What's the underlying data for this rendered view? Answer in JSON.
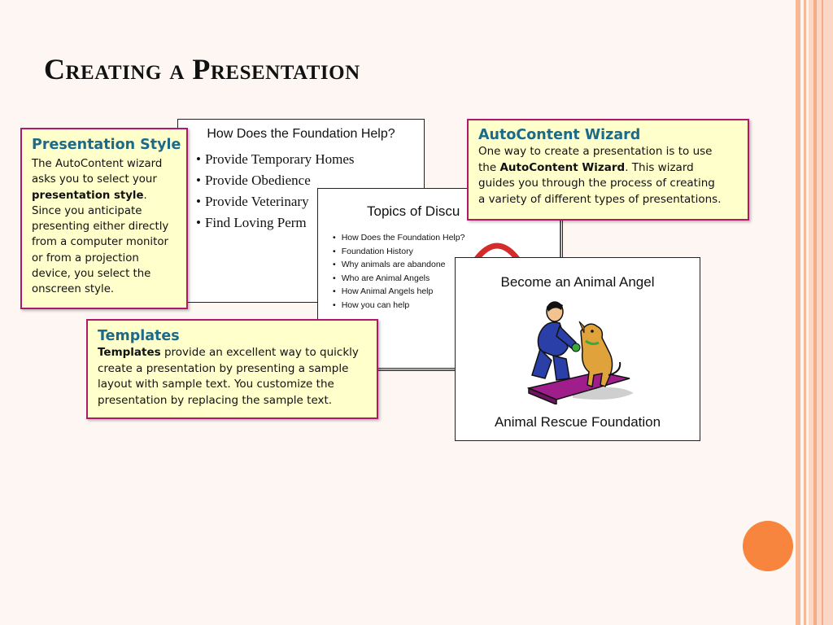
{
  "title": "Creating a Presentation",
  "slide1": {
    "title": "How Does the Foundation Help?",
    "bullets": [
      "Provide Temporary Homes",
      "Provide Obedience",
      "Provide Veterinary",
      "Find Loving Perm"
    ]
  },
  "slide2": {
    "title": "Topics of Discu",
    "bullets": [
      "How Does the Foundation Help?",
      "Foundation History",
      "Why animals are abandone",
      "Who are Animal Angels",
      "How Animal Angels help",
      "How you can help"
    ]
  },
  "slide3": {
    "title": "Become an Animal Angel",
    "footer": "Animal Rescue Foundation",
    "art_icon": "person-with-dog-clipart"
  },
  "callouts": {
    "presentation_style": {
      "heading": "Presentation Style",
      "l1": "The AutoContent wizard",
      "l2": "asks you to select your",
      "l3_bold": "presentation style",
      "l3_rest": ".",
      "l4": "Since you anticipate",
      "l5": "presenting either directly",
      "l6": "from a computer monitor",
      "l7": "or from a projection",
      "l8": "device, you select the",
      "l9": "onscreen style."
    },
    "autocontent": {
      "heading": "AutoContent Wizard",
      "l1": "One way to create a presentation is to use",
      "l2_pre": "the ",
      "l2_bold": "AutoContent Wizard",
      "l2_post": ".  This wizard",
      "l3": "guides you through the process of creating",
      "l4": "a variety of different types of presentations."
    },
    "templates": {
      "heading": "Templates",
      "l1_bold": "Templates",
      "l1_rest": " provide an excellent way to quickly",
      "l2": "create a presentation by presenting a sample",
      "l3": "layout with sample text.  You customize the",
      "l4": "presentation by replacing the sample text."
    }
  },
  "colors": {
    "callout_bg": "#ffffcc",
    "callout_border": "#b0186e",
    "heading_teal": "#1b6a8a",
    "accent_orange": "#f7853d",
    "stripe_peach": "#f7b896"
  }
}
